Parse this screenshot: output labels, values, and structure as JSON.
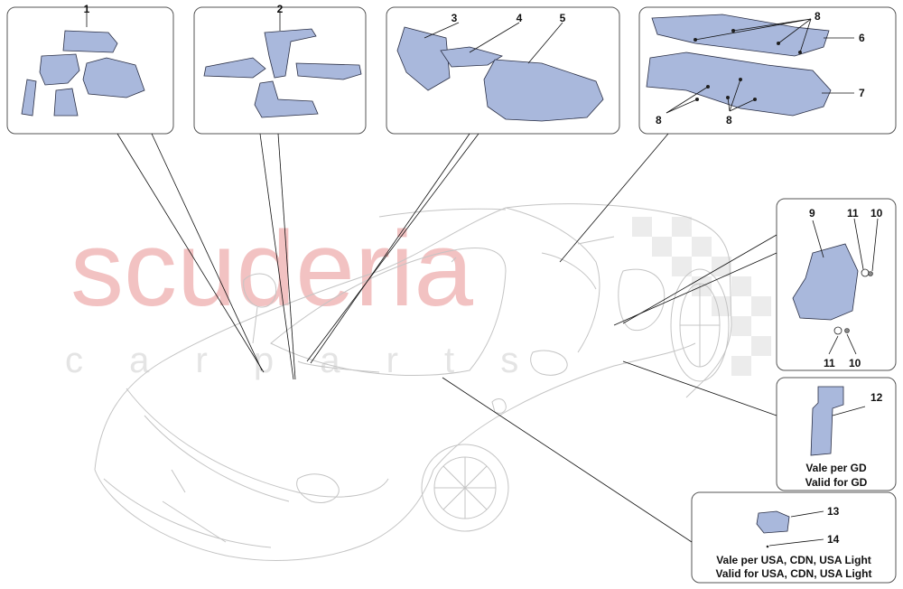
{
  "watermark": {
    "brand": "scuderia",
    "sub": "c a r   p a r t s"
  },
  "callouts": {
    "c1": "1",
    "c2": "2",
    "c3": "3",
    "c4": "4",
    "c5": "5",
    "c6": "6",
    "c7": "7",
    "c8": "8",
    "c9": "9",
    "c10": "10",
    "c11": "11",
    "c12": "12",
    "c13": "13",
    "c14": "14"
  },
  "notes": {
    "gd_it": "Vale per GD",
    "gd_en": "Valid for GD",
    "usa_it": "Vale per USA, CDN, USA Light",
    "usa_en": "Valid for USA, CDN, USA Light"
  },
  "colors": {
    "part_fill": "#a9b8dc",
    "watermark": "#f2c2c2"
  }
}
